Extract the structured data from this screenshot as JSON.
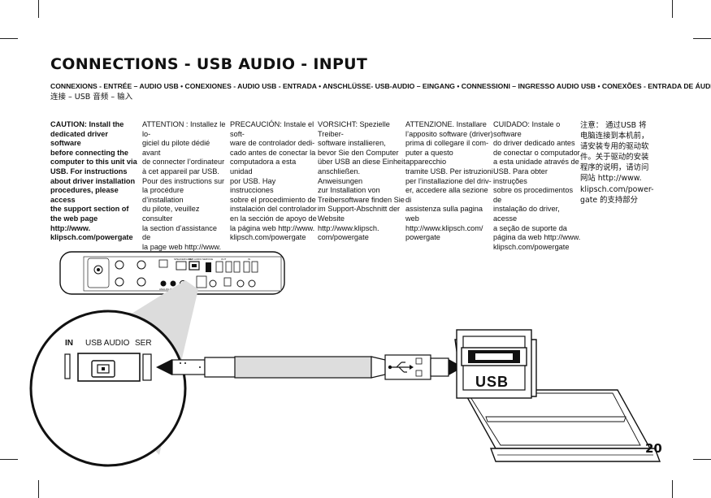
{
  "title": "CONNECTIONS - USB AUDIO - INPUT",
  "subtitle": "CONNEXIONS - ENTRÉE – AUDIO USB • CONEXIONES - AUDIO USB - ENTRADA • ANSCHLÜSSE- USB-AUDIO – EINGANG • CONNESSIONI – INGRESSO AUDIO USB • CONEXÕES - ENTRADA DE ÁUDIO USB •",
  "subtitle_cn": "连接 – USB 音频 – 输入",
  "columns": [
    "CAUTION: Install the\ndedicated driver software\nbefore connecting the\ncomputer to this unit via\nUSB.  For instructions\nabout driver installation\nprocedures, please access\nthe support section of\nthe web page http://www.\nklipsch.com/powergate",
    "ATTENTION : Installez le lo-\ngiciel du pilote dédié avant\nde connecter l’ordinateur\nà cet appareil par USB.\nPour des instructions sur\nla procédure d’installation\ndu pilote, veuillez consulter\nla section d’assistance de\nla page web http://www.\nklipsch.com/powergate",
    "PRECAUCIÓN: Instale el soft-\nware de controlador dedi-\ncado antes de conectar la\ncomputadora a esta unidad\npor USB. Hay instrucciones\nsobre el procedimiento de\ninstalación del controlador\nen la sección de apoyo de\nla página web http://www.\nklipsch.com/powergate",
    "VORSICHT: Spezielle Treiber-\nsoftware installieren,\nbevor Sie den Computer\nüber USB an diese Einheit\nanschließen. Anweisungen\nzur Installation von\nTreibersoftware finden Sie\nim Support-Abschnitt der\nWebsite http://www.klipsch.\ncom/powergate",
    "ATTENZIONE. Installare\nl’apposito software (driver)\nprima di collegare il com-\nputer a questo apparecchio\ntramite USB. Per istruzioni\nper l’installazione del driv-\ner, accedere alla sezione di\nassistenza sulla pagina web\nhttp://www.klipsch.com/\npowergate",
    "CUIDADO: Instale o software\ndo driver dedicado antes\nde conectar o computador\na esta unidade através de\nUSB. Para obter instruções\nsobre os procedimentos de\ninstalação do driver, acesse\na seção de suporte da\npágina da web http://www.\nklipsch.com/powergate",
    "注意：  通过USB 将\n电脑连接到本机前，\n请安装专用的驱动软\n件。关于驱动的安装\n程序的说明，请访问\n网站 http://www.\nklipsch.com/power-\ngate 的支持部分"
  ],
  "figure": {
    "magnifier_labels": {
      "left": "IN",
      "center": "USB AUDIO",
      "right": "SER"
    },
    "laptop_port_label": "USB",
    "panel_labels": [
      "SPEAKER/LINE",
      "USB AUDIO",
      "SERVICE",
      "OUT",
      "IN",
      "ANALOG IN / OUT"
    ]
  },
  "page_number": "20"
}
